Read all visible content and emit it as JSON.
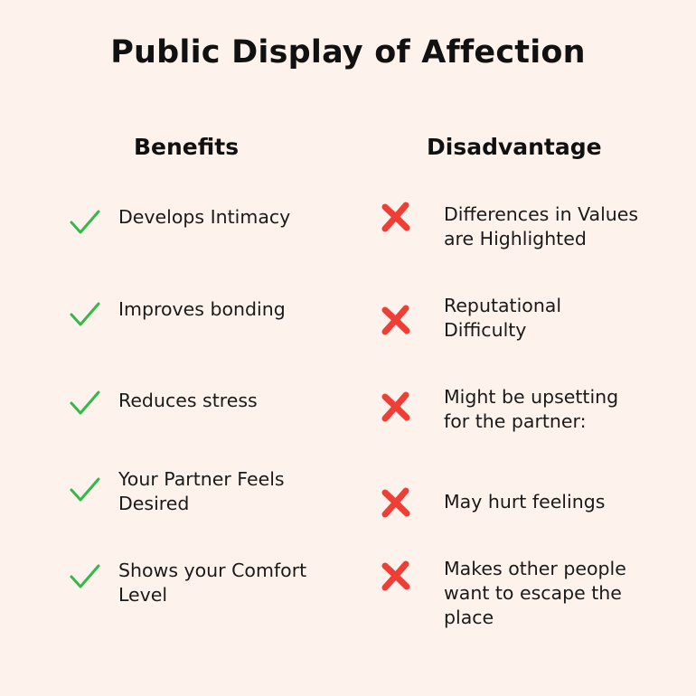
{
  "title": "Public Display of Affection",
  "colors": {
    "background": "#fef3ec",
    "check": "#35b84a",
    "cross": "#ef3e36",
    "text": "#111111"
  },
  "benefits": {
    "heading": "Benefits",
    "icon": "check-icon",
    "items": [
      {
        "line1": "Develops Intimacy",
        "line2": ""
      },
      {
        "line1": "Improves bonding",
        "line2": ""
      },
      {
        "line1": "Reduces stress",
        "line2": ""
      },
      {
        "line1": "Your Partner Feels",
        "line2": "Desired"
      },
      {
        "line1": "Shows your Comfort",
        "line2": "Level"
      }
    ]
  },
  "disadvantages": {
    "heading": "Disadvantage",
    "icon": "cross-icon",
    "items": [
      {
        "line1": "Differences in Values",
        "line2": "are Highlighted",
        "line3": ""
      },
      {
        "line1": "Reputational",
        "line2": "Difficulty",
        "line3": ""
      },
      {
        "line1": "Might be upsetting",
        "line2": "for the partner:",
        "line3": ""
      },
      {
        "line1": "May hurt feelings",
        "line2": "",
        "line3": ""
      },
      {
        "line1": "Makes other people",
        "line2": "want to escape the",
        "line3": "place"
      }
    ]
  }
}
